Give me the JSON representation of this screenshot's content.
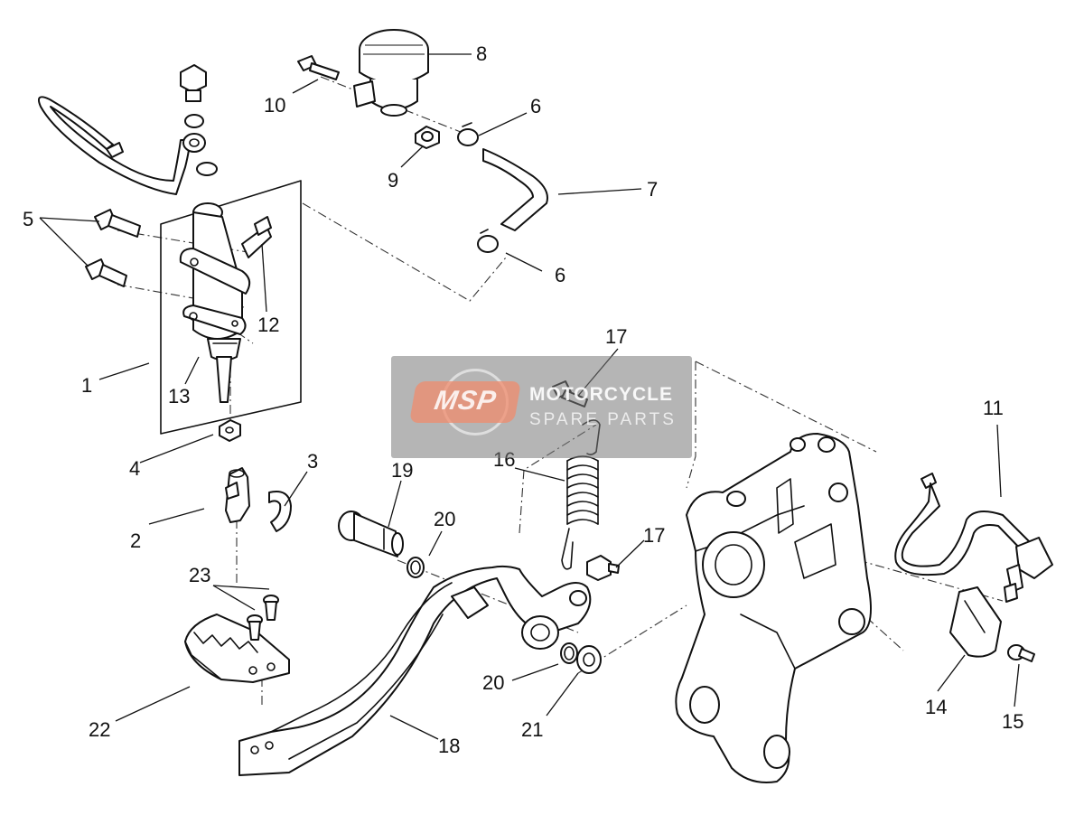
{
  "diagram": {
    "callouts": {
      "c1": "1",
      "c2": "2",
      "c3": "3",
      "c4": "4",
      "c5": "5",
      "c6a": "6",
      "c6b": "6",
      "c7": "7",
      "c8": "8",
      "c9": "9",
      "c10": "10",
      "c11": "11",
      "c12": "12",
      "c13": "13",
      "c14": "14",
      "c15": "15",
      "c16": "16",
      "c17a": "17",
      "c17b": "17",
      "c18": "18",
      "c19": "19",
      "c20a": "20",
      "c20b": "20",
      "c21": "21",
      "c22": "22",
      "c23": "23"
    }
  },
  "watermark": {
    "logo": "MSP",
    "title": "MOTORCYCLE",
    "subtitle": "SPARE PARTS"
  }
}
